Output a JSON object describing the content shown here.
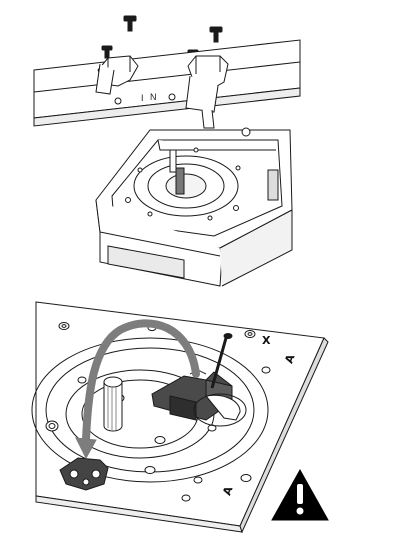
{
  "top_panel": {
    "rail_marks": [
      "I",
      "N"
    ]
  },
  "bottom_panel": {
    "plate_marks": [
      "X",
      "A",
      "A",
      "A"
    ]
  },
  "colors": {
    "line": "#1a1a1a",
    "gray": "#7d7d7d",
    "dark_part": "#3a3a3a",
    "warning": "#000000"
  },
  "icons": [
    "screw-icon",
    "warning-icon"
  ]
}
